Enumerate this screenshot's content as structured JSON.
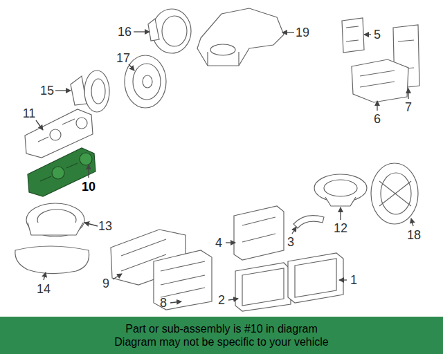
{
  "diagram": {
    "nodes": [
      {
        "text": [
          "Part or sub-assembly is #10 in diagram",
          "Diagram may not be specific to your vehicle"
        ]
      }
    ],
    "labels": [
      "16",
      "19",
      "5",
      "17",
      "15",
      "7",
      "6",
      "11",
      "10",
      "13",
      "12",
      "18",
      "4",
      "3",
      "9",
      "14",
      "8",
      "2",
      "1"
    ]
  }
}
